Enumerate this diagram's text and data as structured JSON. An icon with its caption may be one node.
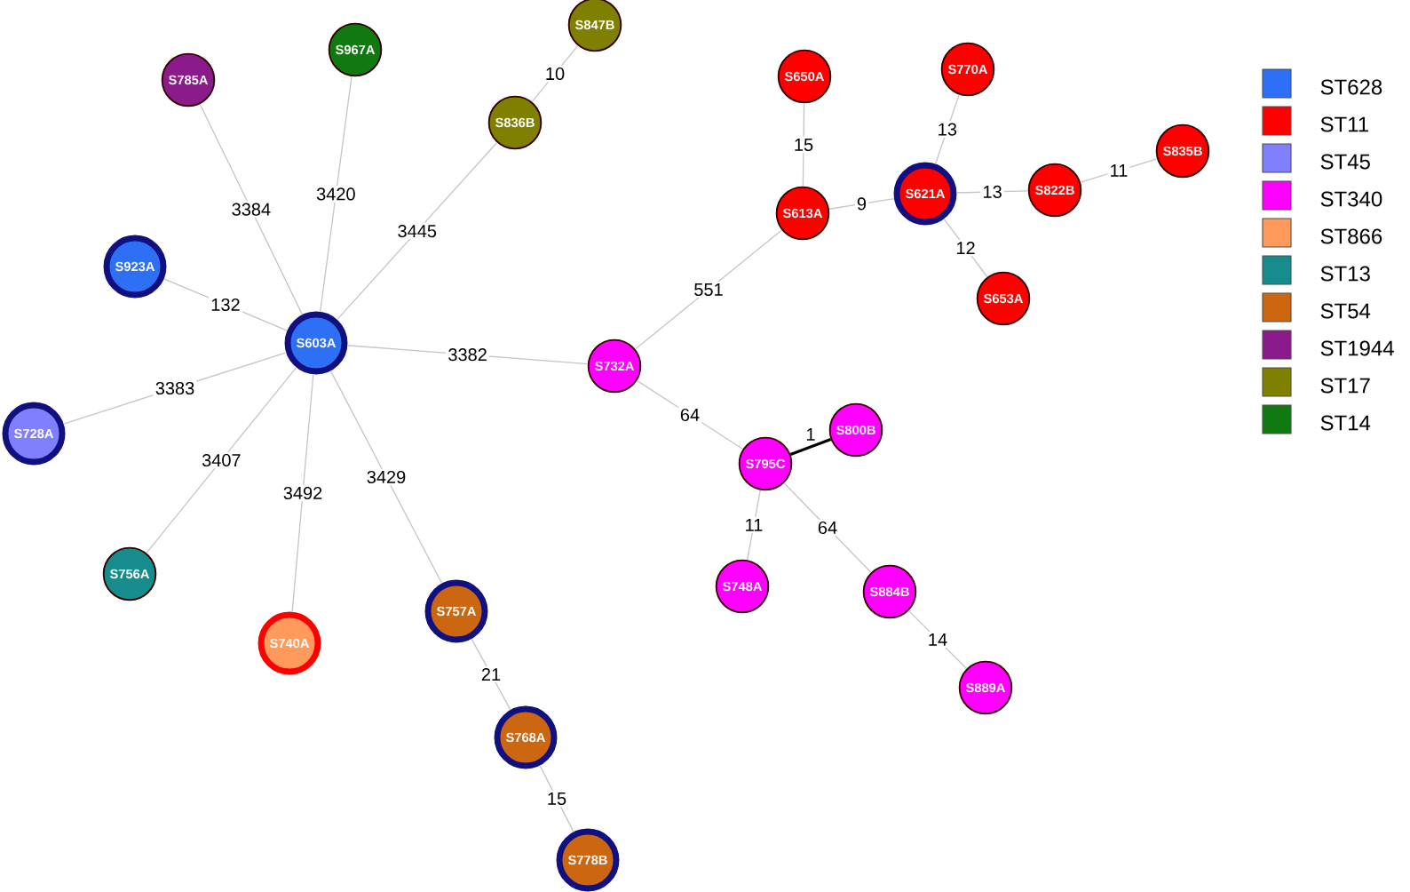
{
  "diagram": {
    "nodes": [
      {
        "text": [
          "S603A"
        ]
      },
      {
        "text": [
          "S923A"
        ]
      },
      {
        "text": [
          "S728A"
        ]
      },
      {
        "text": [
          "S785A"
        ]
      },
      {
        "text": [
          "S967A"
        ]
      },
      {
        "text": [
          "S847B"
        ]
      },
      {
        "text": [
          "S836B"
        ]
      },
      {
        "text": [
          "S756A"
        ]
      },
      {
        "text": [
          "S740A"
        ]
      },
      {
        "text": [
          "S757A"
        ]
      },
      {
        "text": [
          "S768A"
        ]
      },
      {
        "text": [
          "S778B"
        ]
      },
      {
        "text": [
          "S732A"
        ]
      },
      {
        "text": [
          "S650A"
        ]
      },
      {
        "text": [
          "S770A"
        ]
      },
      {
        "text": [
          "S613A"
        ]
      },
      {
        "text": [
          "S621A"
        ]
      },
      {
        "text": [
          "S822B"
        ]
      },
      {
        "text": [
          "S835B"
        ]
      },
      {
        "text": [
          "S653A"
        ]
      },
      {
        "text": [
          "S800B"
        ]
      },
      {
        "text": [
          "S795C"
        ]
      },
      {
        "text": [
          "S748A"
        ]
      },
      {
        "text": [
          "S884B"
        ]
      },
      {
        "text": [
          "S889A"
        ]
      }
    ],
    "edges": [
      {
        "from": 0,
        "to": 3,
        "arrow": "none",
        "label": "3384"
      },
      {
        "from": 0,
        "to": 4,
        "arrow": "none",
        "label": "3420"
      },
      {
        "from": 0,
        "to": 6,
        "arrow": "none",
        "label": "3445"
      },
      {
        "from": 6,
        "to": 5,
        "arrow": "none",
        "label": "10"
      },
      {
        "from": 0,
        "to": 1,
        "arrow": "none",
        "label": "132"
      },
      {
        "from": 0,
        "to": 12,
        "arrow": "none",
        "label": "3382"
      },
      {
        "from": 0,
        "to": 2,
        "arrow": "none",
        "label": "3383"
      },
      {
        "from": 0,
        "to": 7,
        "arrow": "none",
        "label": "3407"
      },
      {
        "from": 0,
        "to": 8,
        "arrow": "none",
        "label": "3492"
      },
      {
        "from": 0,
        "to": 9,
        "arrow": "none",
        "label": "3429"
      },
      {
        "from": 9,
        "to": 10,
        "arrow": "none",
        "label": "21"
      },
      {
        "from": 10,
        "to": 11,
        "arrow": "none",
        "label": "15"
      },
      {
        "from": 12,
        "to": 15,
        "arrow": "none",
        "label": "551"
      },
      {
        "from": 15,
        "to": 13,
        "arrow": "none",
        "label": "15"
      },
      {
        "from": 15,
        "to": 16,
        "arrow": "none",
        "label": "9"
      },
      {
        "from": 16,
        "to": 14,
        "arrow": "none",
        "label": "13"
      },
      {
        "from": 16,
        "to": 17,
        "arrow": "none",
        "label": "13"
      },
      {
        "from": 17,
        "to": 18,
        "arrow": "none",
        "label": "11"
      },
      {
        "from": 16,
        "to": 19,
        "arrow": "none",
        "label": "12"
      },
      {
        "from": 12,
        "to": 21,
        "arrow": "none",
        "label": "64"
      },
      {
        "from": 21,
        "to": 20,
        "arrow": "none",
        "label": "1",
        "color": "#000000"
      },
      {
        "from": 21,
        "to": 22,
        "arrow": "none",
        "label": "11"
      },
      {
        "from": 21,
        "to": 23,
        "arrow": "none",
        "label": "64"
      },
      {
        "from": 23,
        "to": 24,
        "arrow": "none",
        "label": "14"
      }
    ],
    "legend": [
      {
        "text": "ST628",
        "color": "#2d6ff5"
      },
      {
        "text": "ST11",
        "color": "#ff0000"
      },
      {
        "text": "ST45",
        "color": "#8080ff"
      },
      {
        "text": "ST340",
        "color": "#ff00ff"
      },
      {
        "text": "ST866",
        "color": "#ff9a5c"
      },
      {
        "text": "ST13",
        "color": "#168c8c"
      },
      {
        "text": "ST54",
        "color": "#cc6611"
      },
      {
        "text": "ST1944",
        "color": "#8b1a8b"
      },
      {
        "text": "ST17",
        "color": "#808000"
      },
      {
        "text": "ST14",
        "color": "#107a10"
      }
    ]
  }
}
